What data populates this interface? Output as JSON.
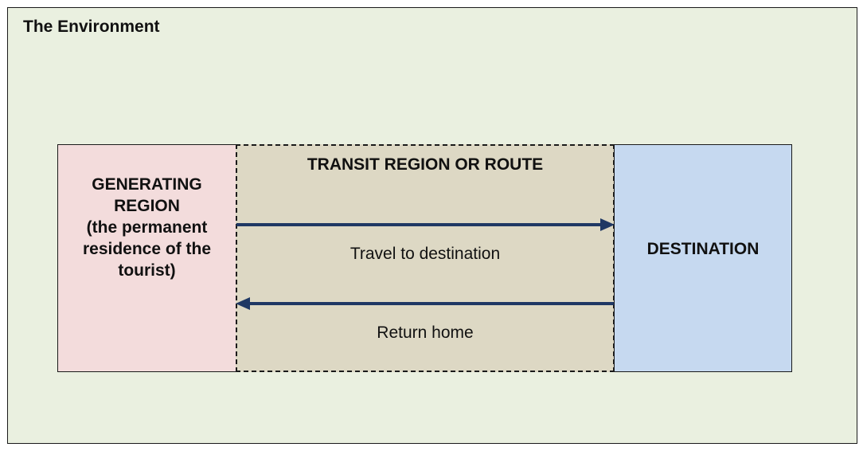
{
  "environment": {
    "title": "The Environment"
  },
  "generating_region": {
    "lines": [
      "GENERATING",
      "REGION",
      "(the permanent",
      "residence of the",
      "tourist)"
    ]
  },
  "transit_region": {
    "title": "TRANSIT REGION OR ROUTE",
    "outbound_label": "Travel to destination",
    "return_label": "Return home"
  },
  "destination": {
    "label": "DESTINATION"
  },
  "colors": {
    "environment_fill": "#eaf0e0",
    "generating_fill": "#f3dcdc",
    "transit_fill": "#ddd8c4",
    "destination_fill": "#c6d9f0",
    "arrow": "#1f3864"
  },
  "icons": {
    "outbound_arrow": "arrow-right-icon",
    "return_arrow": "arrow-left-icon"
  }
}
